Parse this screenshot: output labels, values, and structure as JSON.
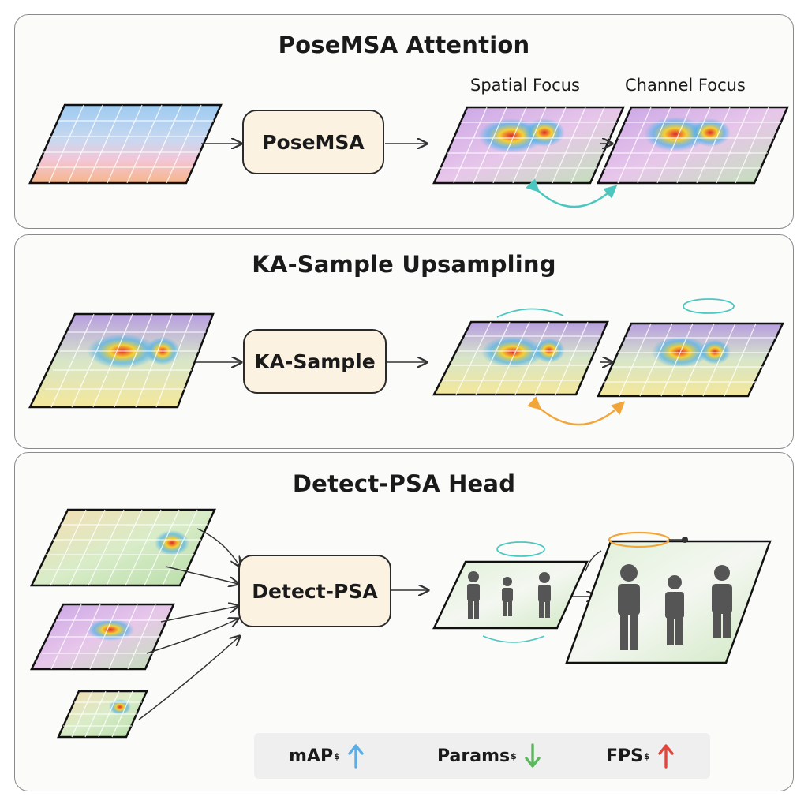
{
  "panels": [
    {
      "title": "PoseMSA  Attention",
      "box": "PoseMSA",
      "labels": [
        "Spatial Focus",
        "Channel Focus"
      ]
    },
    {
      "title": "KA-Sample Upsampling",
      "box": "KA-Sample"
    },
    {
      "title": "Detect-PSA Head",
      "box": "Detect-PSA"
    }
  ],
  "metrics": [
    {
      "label": "mAP",
      "mark": "$",
      "trend": "up",
      "icon": "arrow-up-icon",
      "color": "#5aaee8"
    },
    {
      "label": "Params",
      "mark": "$",
      "trend": "down",
      "icon": "arrow-down-icon",
      "color": "#5cb85c"
    },
    {
      "label": "FPS",
      "mark": "$",
      "trend": "up",
      "icon": "arrow-up-icon",
      "color": "#e0463c"
    }
  ],
  "colors": {
    "box_fill": "#fbf2e1",
    "panel_border": "#8a8a8a",
    "teal_arc": "#4cc7c0",
    "orange_arc": "#f2a63a"
  }
}
